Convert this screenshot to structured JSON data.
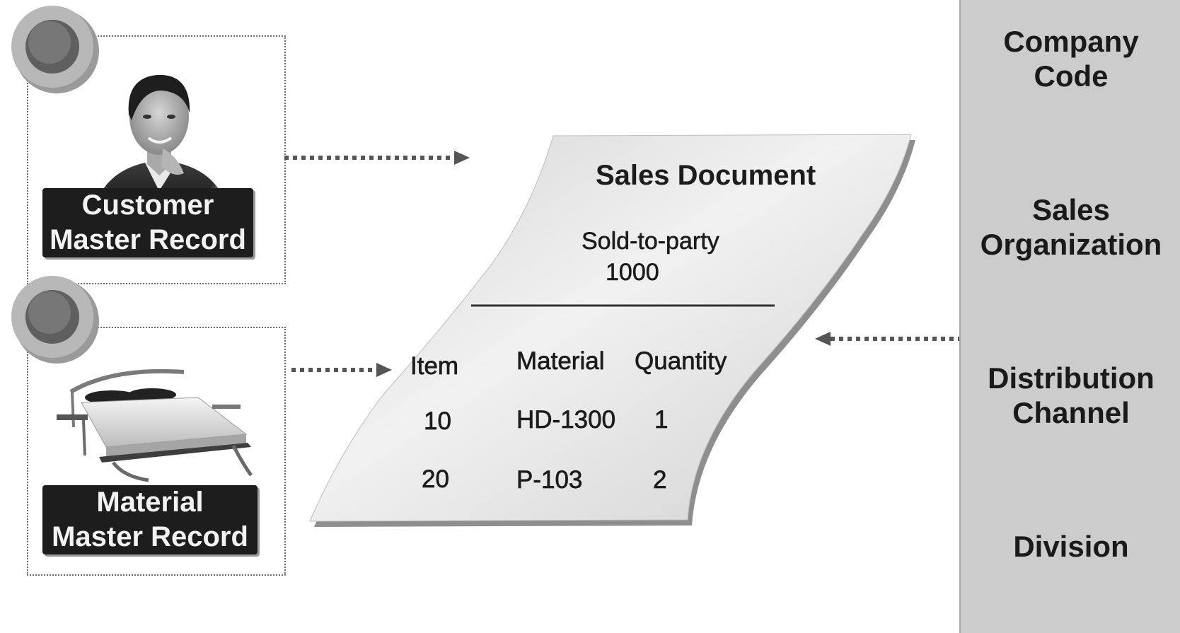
{
  "customer_record": {
    "label_line1": "Customer",
    "label_line2": "Master Record",
    "image": "customer-portrait"
  },
  "material_record": {
    "label_line1": "Material",
    "label_line2": "Master Record",
    "image": "bed-product"
  },
  "sales_document": {
    "title": "Sales Document",
    "sold_to_label": "Sold-to-party",
    "sold_to_value": "1000",
    "columns": [
      "Item",
      "Material",
      "Quantity"
    ],
    "rows": [
      {
        "item": "10",
        "material": "HD-1300",
        "quantity": "1"
      },
      {
        "item": "20",
        "material": "P-103",
        "quantity": "2"
      }
    ]
  },
  "org_units": [
    {
      "line1": "Company",
      "line2": "Code"
    },
    {
      "line1": "Sales",
      "line2": "Organization"
    },
    {
      "line1": "Distribution",
      "line2": "Channel"
    },
    {
      "line1": "Division",
      "line2": ""
    }
  ],
  "colors": {
    "org_panel": "#cccccc",
    "label_bg": "#1d1d1d",
    "document_fill": "#e6e6e6",
    "arrow": "#555555"
  }
}
